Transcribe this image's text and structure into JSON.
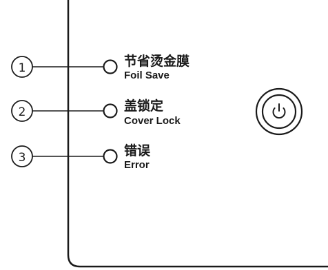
{
  "indicators": [
    {
      "callout": "①",
      "label_cn": "节省烫金膜",
      "label_en": "Foil Save"
    },
    {
      "callout": "②",
      "label_cn": "盖锁定",
      "label_en": "Cover Lock"
    },
    {
      "callout": "③",
      "label_cn": "错误",
      "label_en": "Error"
    }
  ],
  "power_button": {
    "icon": "power-icon"
  }
}
